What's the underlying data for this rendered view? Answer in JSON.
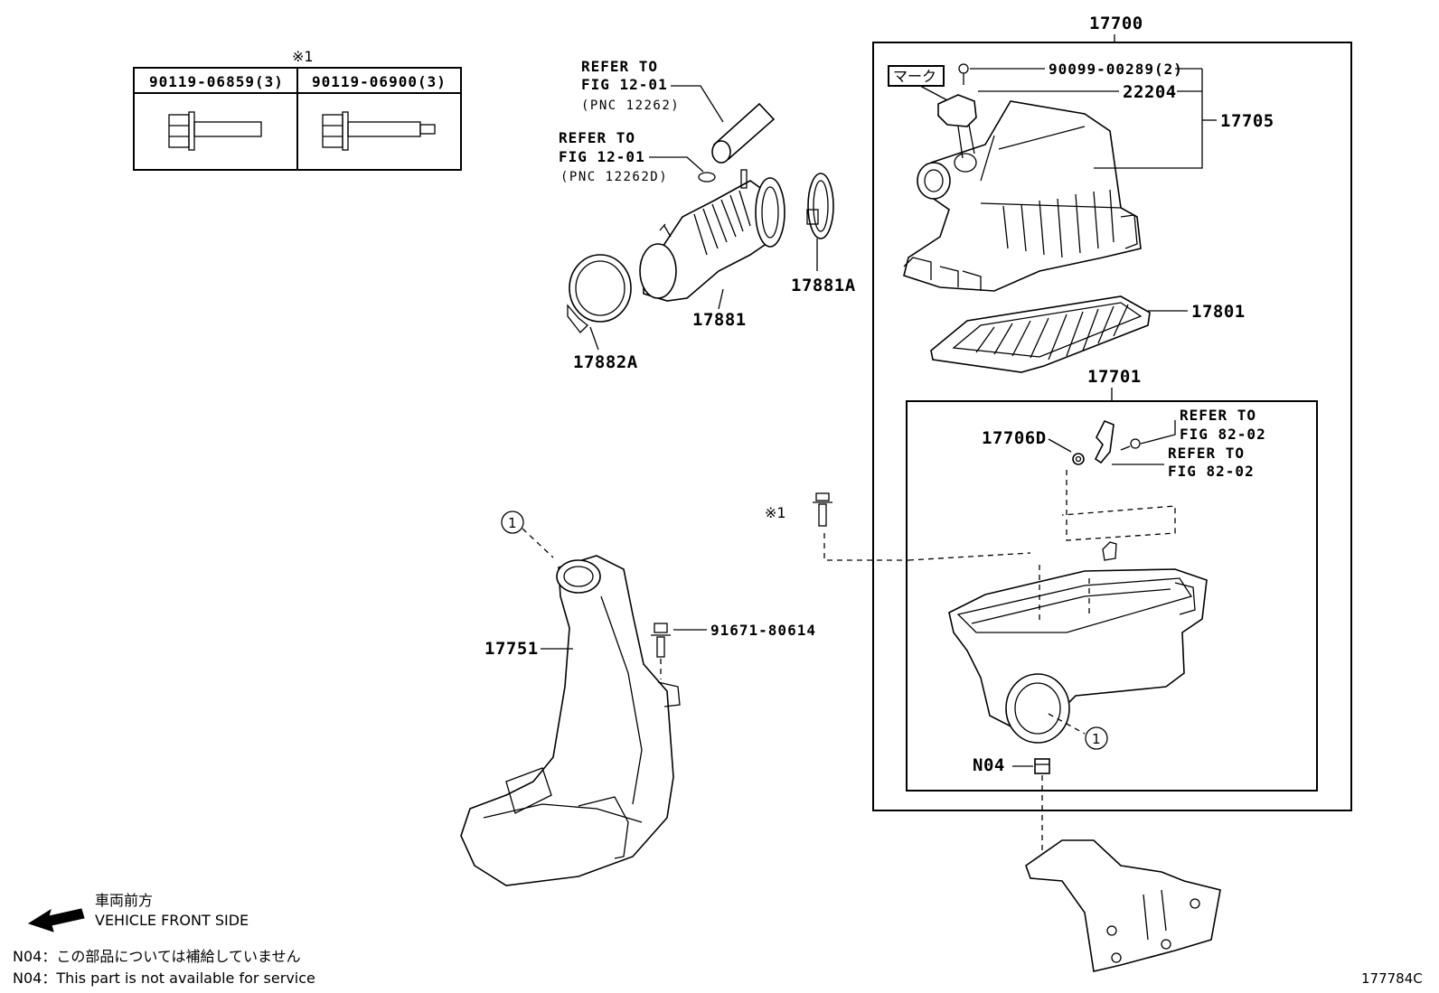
{
  "fastener_table": {
    "mark": "※1",
    "col1": "90119-06859(3)",
    "col2": "90119-06900(3)"
  },
  "labels": {
    "p17700": "17700",
    "p90099": "90099-00289(2)",
    "p22204": "22204",
    "p17705": "17705",
    "mark_box": "マーク",
    "p17801": "17801",
    "p17701": "17701",
    "p17706d": "17706D",
    "p17881": "17881",
    "p17881a": "17881A",
    "p17882a": "17882A",
    "p17751": "17751",
    "p91671": "91671-80614",
    "n04": "N04",
    "ref_mark": "※1",
    "circle1": "1"
  },
  "refs": {
    "a_line1": "REFER TO",
    "a_line2": "FIG 12-01",
    "a_line3": "(PNC 12262)",
    "b_line1": "REFER TO",
    "b_line2": "FIG 12-01",
    "b_line3": "(PNC 12262D)",
    "c_line1": "REFER TO",
    "c_line2": "FIG 82-02",
    "d_line1": "REFER TO",
    "d_line2": "FIG 82-02"
  },
  "legend": {
    "jp_direction": "車両前方",
    "en_direction": "VEHICLE FRONT SIDE",
    "note_jp": "N04：この部品については補給していません",
    "note_en": "N04：This part is not available for service"
  },
  "figure_id": "177784C"
}
